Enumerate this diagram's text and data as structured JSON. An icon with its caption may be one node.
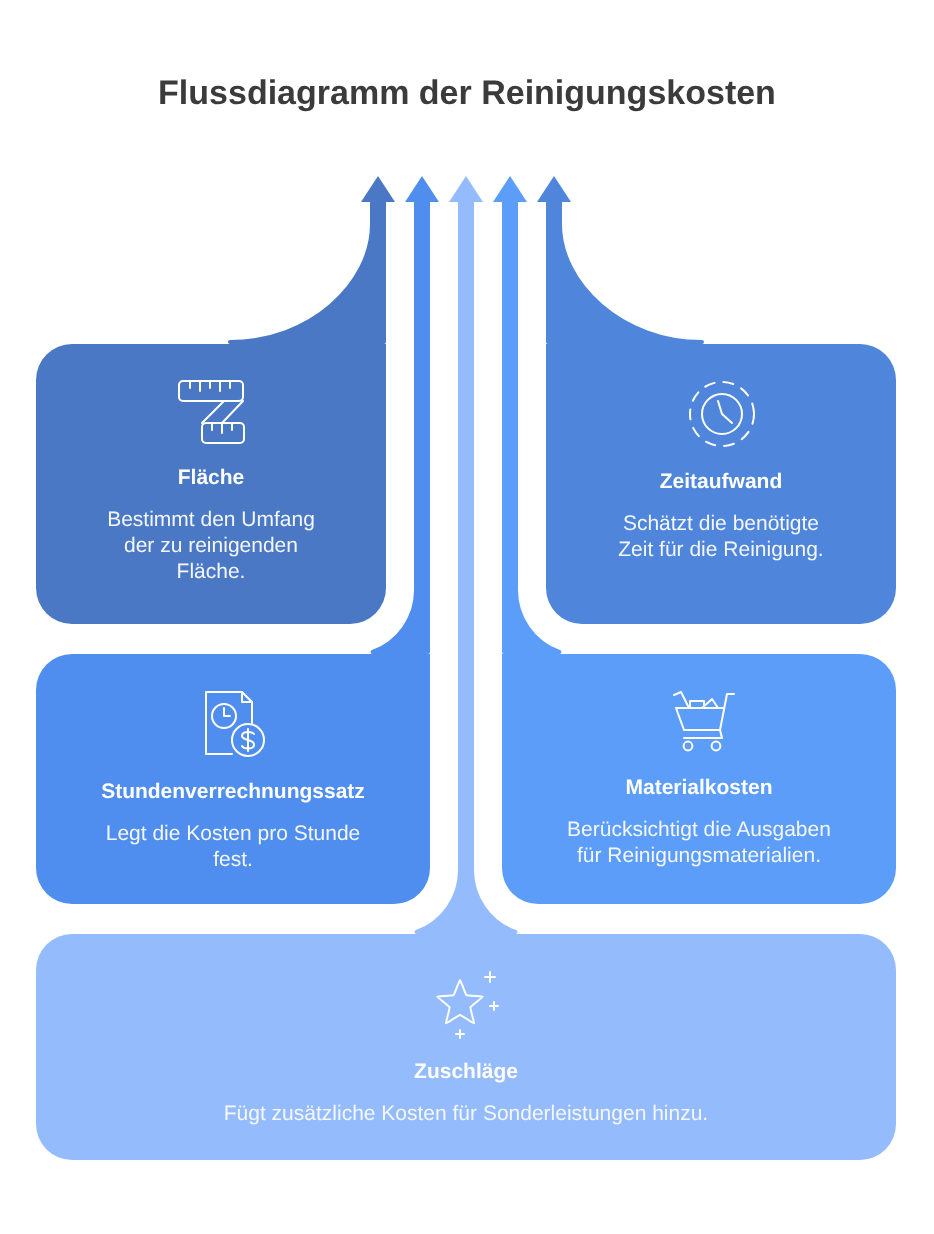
{
  "diagram": {
    "title": "Flussdiagramm der Reinigungskosten",
    "nodes": [
      {
        "text": [
          "Fläche",
          "Bestimmt den Umfang der zu reinigenden Fläche."
        ]
      },
      {
        "text": [
          "Zeitaufwand",
          "Schätzt die benötigte Zeit für die Reinigung."
        ]
      },
      {
        "text": [
          "Stundenverrechnungssatz",
          "Legt die Kosten pro Stunde fest."
        ]
      },
      {
        "text": [
          "Materialkosten",
          "Berücksichtigt die Ausgaben für Reinigungsmaterialien."
        ]
      },
      {
        "text": [
          "Zuschläge",
          "Fügt zusätzliche Kosten für Sonderleistungen hinzu."
        ]
      }
    ],
    "edges": [
      {
        "from": 0,
        "to": null,
        "arrow": "to",
        "color": "#4a78c5"
      },
      {
        "from": 1,
        "to": null,
        "arrow": "to",
        "color": "#4f86db"
      },
      {
        "from": 2,
        "to": null,
        "arrow": "to",
        "color": "#4f8eef"
      },
      {
        "from": 3,
        "to": null,
        "arrow": "to",
        "color": "#5c9dfa"
      },
      {
        "from": 4,
        "to": null,
        "arrow": "to",
        "color": "#94bcfc"
      }
    ]
  }
}
